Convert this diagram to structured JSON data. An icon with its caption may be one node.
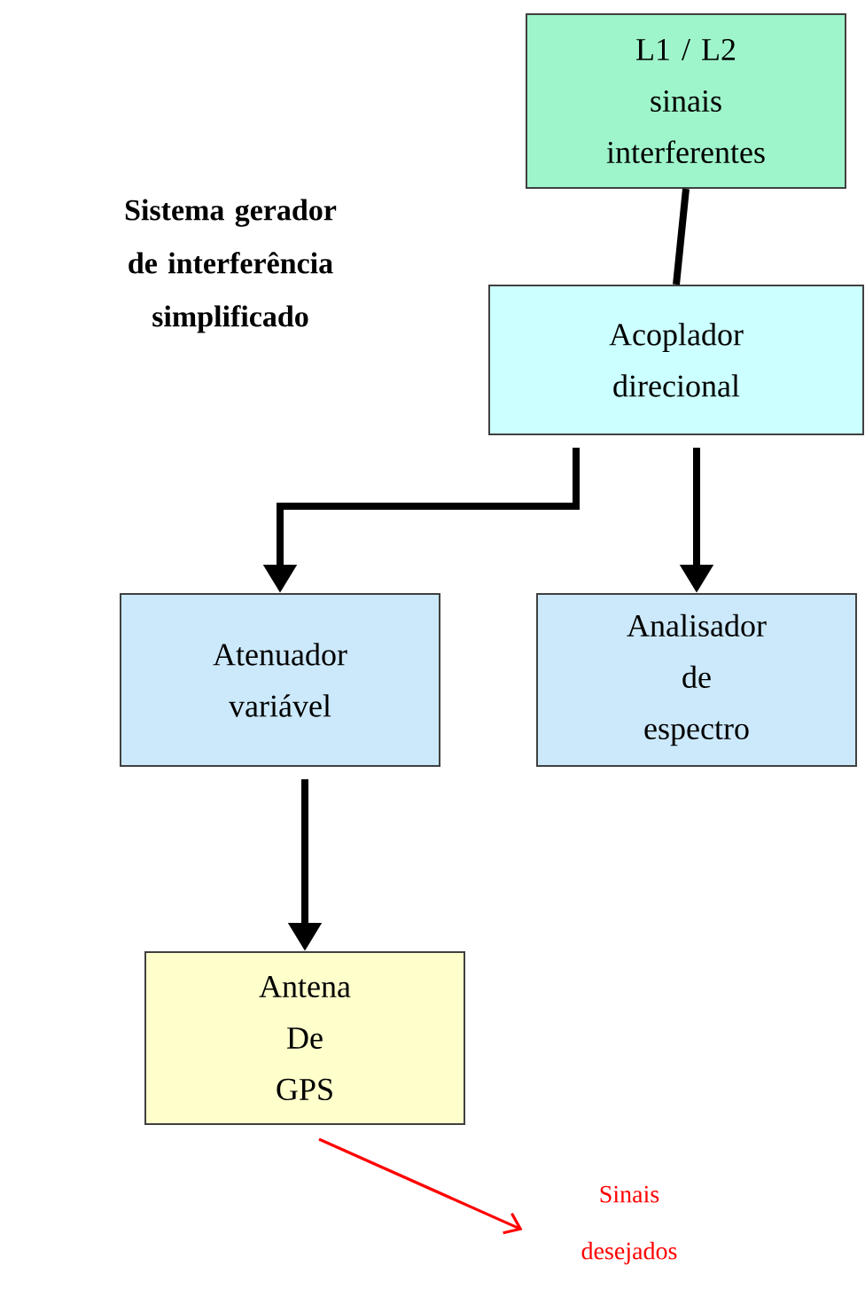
{
  "diagram": {
    "title": "Sistema gerador de interferência simplificado",
    "nodes": [
      {
        "text": [
          "L1 / L2 sinais interferentes"
        ]
      },
      {
        "text": [
          "Acoplador direcional"
        ]
      },
      {
        "text": [
          "Atenuador variável"
        ]
      },
      {
        "text": [
          "Analisador de espectro"
        ]
      },
      {
        "text": [
          "Antena De GPS"
        ]
      },
      {
        "text": [
          "Sinais desejados"
        ]
      }
    ],
    "edges": [
      {
        "from": 0,
        "to": 1,
        "arrow": "none"
      },
      {
        "from": 1,
        "to": 2,
        "arrow": "to"
      },
      {
        "from": 1,
        "to": 3,
        "arrow": "to"
      },
      {
        "from": 2,
        "to": 4,
        "arrow": "to"
      },
      {
        "from": 4,
        "to": 5,
        "arrow": "to",
        "color": "#ff0000"
      }
    ]
  }
}
